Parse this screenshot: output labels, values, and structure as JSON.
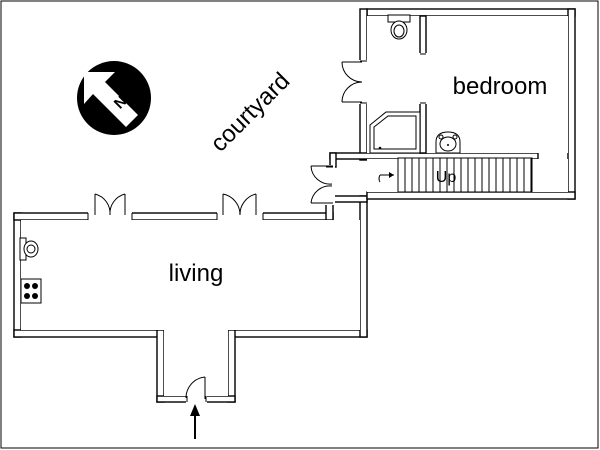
{
  "rooms": {
    "courtyard": "courtyard",
    "bedroom": "bedroom",
    "living": "living",
    "stairs_up": "Up"
  },
  "compass": {
    "letter": "N"
  },
  "icons": {
    "compass": "north-arrow-icon",
    "entrance": "entrance-arrow-icon",
    "toilet": "toilet-icon",
    "shower": "shower-icon",
    "sink": "sink-icon",
    "stove": "stove-icon",
    "stairs": "stairs-icon"
  },
  "colors": {
    "line": "#000000",
    "background": "#ffffff"
  }
}
